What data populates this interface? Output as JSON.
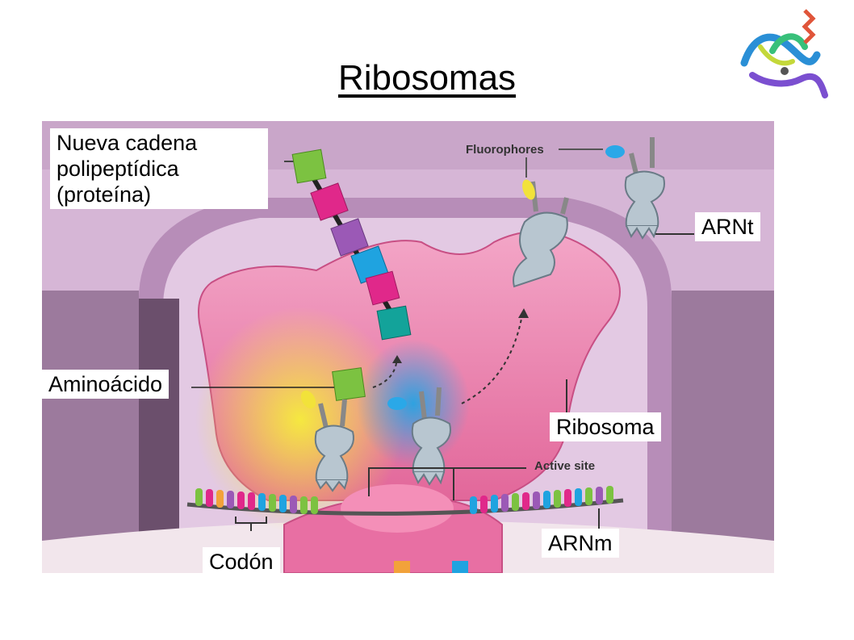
{
  "slide": {
    "title": "Ribosomas"
  },
  "labels": {
    "polypeptide": "Nueva cadena polipeptídica (proteína)",
    "trna": "ARNt",
    "amino_acid": "Aminoácido",
    "ribosome": "Ribosoma",
    "mrna": "ARNm",
    "codon": "Codón"
  },
  "figure_text": {
    "fluorophores": "Fluorophores",
    "active_site": "Active site"
  },
  "icons": {
    "logo": "protein-structure-icon"
  },
  "colors": {
    "ribosome_pink": "#e2679a",
    "background_purple": "#c9a6c9",
    "amino_green": "#7cc241",
    "amino_magenta": "#e0288a",
    "amino_purple": "#9b59b6",
    "amino_blue": "#1fa3e0",
    "amino_teal": "#13a39a",
    "trna_gray": "#b8c6d0",
    "fluor_yellow": "#f2e23a",
    "fluor_blue": "#2aa8e8"
  }
}
